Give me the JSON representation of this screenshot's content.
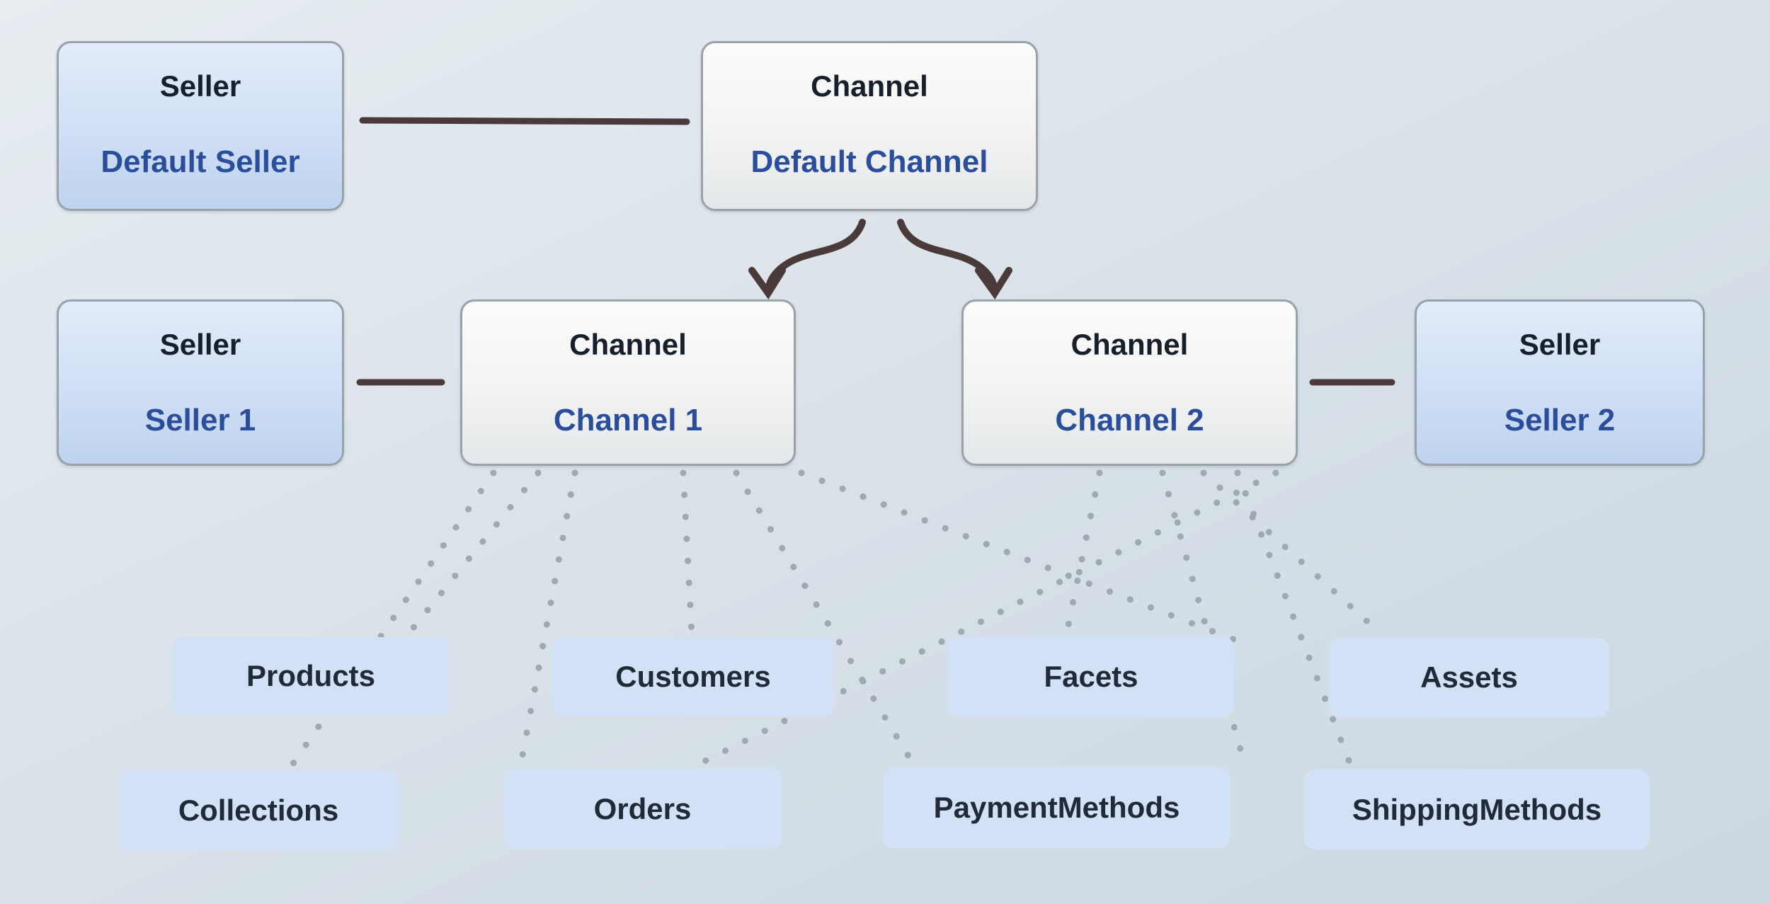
{
  "nodes": {
    "default_seller": {
      "type_label": "Seller",
      "name": "Default Seller"
    },
    "default_channel": {
      "type_label": "Channel",
      "name": "Default Channel"
    },
    "seller_1": {
      "type_label": "Seller",
      "name": "Seller 1"
    },
    "channel_1": {
      "type_label": "Channel",
      "name": "Channel 1"
    },
    "channel_2": {
      "type_label": "Channel",
      "name": "Channel 2"
    },
    "seller_2": {
      "type_label": "Seller",
      "name": "Seller 2"
    }
  },
  "entities": [
    {
      "id": "products",
      "label": "Products"
    },
    {
      "id": "customers",
      "label": "Customers"
    },
    {
      "id": "facets",
      "label": "Facets"
    },
    {
      "id": "assets",
      "label": "Assets"
    },
    {
      "id": "collections",
      "label": "Collections"
    },
    {
      "id": "orders",
      "label": "Orders"
    },
    {
      "id": "paymentmethods",
      "label": "PaymentMethods"
    },
    {
      "id": "shippingmethods",
      "label": "ShippingMethods"
    }
  ],
  "edges": {
    "solid": [
      {
        "from": "default_seller",
        "to": "default_channel"
      },
      {
        "from": "seller_1",
        "to": "channel_1"
      },
      {
        "from": "channel_2",
        "to": "seller_2"
      }
    ],
    "arrows": [
      {
        "from": "default_channel",
        "to": "channel_1"
      },
      {
        "from": "default_channel",
        "to": "channel_2"
      }
    ],
    "dotted": [
      {
        "from": "channel_1",
        "to": "Collections"
      },
      {
        "from": "channel_1",
        "to": "Products"
      },
      {
        "from": "channel_1",
        "to": "Orders"
      },
      {
        "from": "channel_1",
        "to": "Customers"
      },
      {
        "from": "channel_1",
        "to": "PaymentMethods"
      },
      {
        "from": "channel_1",
        "to": "Facets"
      },
      {
        "from": "channel_2",
        "to": "Facets"
      },
      {
        "from": "channel_2",
        "to": "PaymentMethods"
      },
      {
        "from": "channel_2",
        "to": "Assets"
      },
      {
        "from": "channel_2",
        "to": "ShippingMethods"
      },
      {
        "from": "channel_2",
        "to": "Orders"
      }
    ]
  },
  "colors": {
    "background_top": "#e7edf1",
    "background_bottom": "#ccd8e1",
    "seller_box_top": "#e2ecfa",
    "seller_box_bottom": "#bed3ef",
    "channel_box_top": "#fcfcfb",
    "channel_box_bottom": "#e4e7e9",
    "node_border": "#97a2ab",
    "entity_box": "#d2e1f6",
    "type_text": "#161f2c",
    "name_text": "#2a4d9c",
    "entity_text": "#202a38",
    "solid_line": "#4a3a3a",
    "dotted_line": "#9fa9b1"
  }
}
